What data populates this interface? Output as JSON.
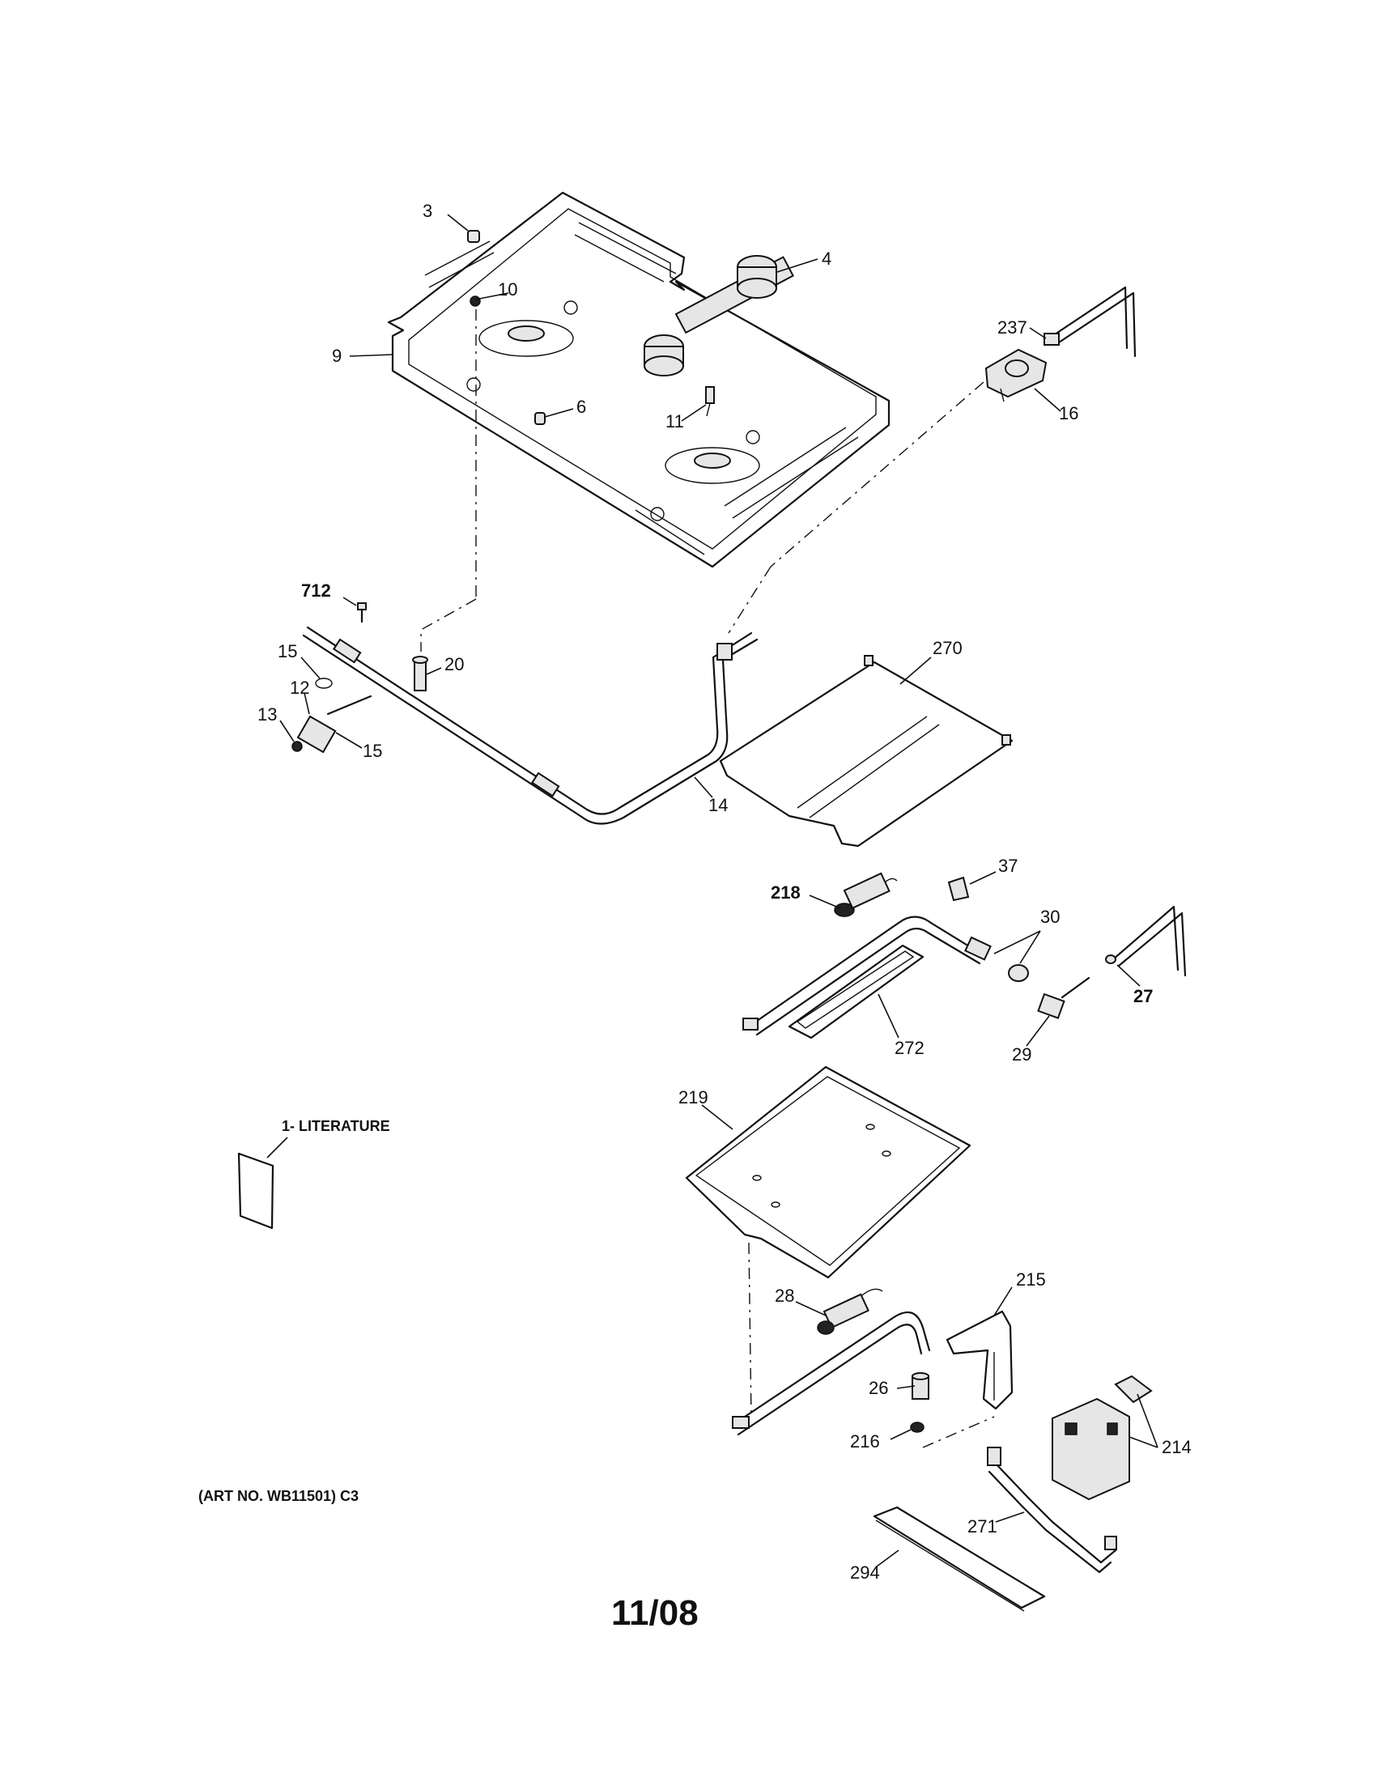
{
  "labels": {
    "p3": "3",
    "p4": "4",
    "p9": "9",
    "p10": "10",
    "p6": "6",
    "p11": "11",
    "p237": "237",
    "p16": "16",
    "p712": "712",
    "p15a": "15",
    "p12": "12",
    "p13": "13",
    "p15b": "15",
    "p20": "20",
    "p14": "14",
    "p270": "270",
    "p218": "218",
    "p37": "37",
    "p30": "30",
    "p27": "27",
    "p29": "29",
    "p272": "272",
    "p219": "219",
    "literature": "1- LITERATURE",
    "p28": "28",
    "p215": "215",
    "p26": "26",
    "p216": "216",
    "p214": "214",
    "p271": "271",
    "p294": "294"
  },
  "footer": {
    "art_number": "(ART NO. WB11501) C3",
    "page": "11/08"
  }
}
